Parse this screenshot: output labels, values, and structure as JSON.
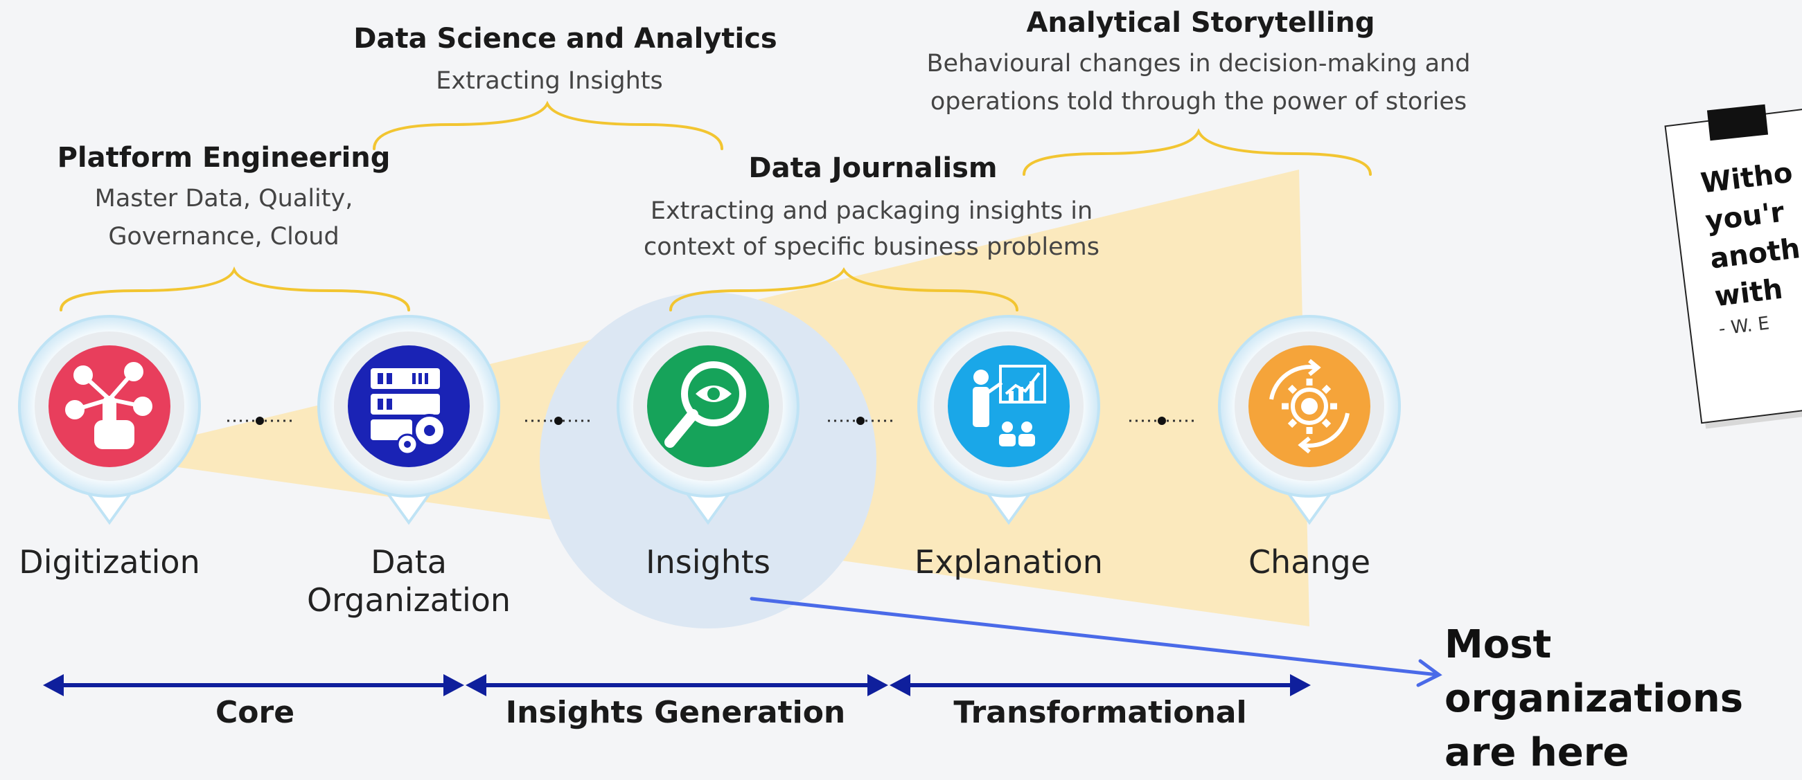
{
  "headings": {
    "platform": {
      "title": "Platform Engineering",
      "line1": "Master Data, Quality,",
      "line2": "Governance, Cloud"
    },
    "science": {
      "title": "Data Science and Analytics",
      "line1": "Extracting Insights"
    },
    "journalism": {
      "title": "Data Journalism",
      "line1": "Extracting and packaging insights in",
      "line2": "context of specific business problems"
    },
    "storytelling": {
      "title": "Analytical Storytelling",
      "line1": "Behavioural changes in decision-making and",
      "line2": "operations told through the power of stories"
    }
  },
  "stages": [
    {
      "label": "Digitization",
      "icon": "hand-network-icon",
      "color": "#e83e5c"
    },
    {
      "label": "Data",
      "label2": "Organization",
      "icon": "server-gear-icon",
      "color": "#1a23b5"
    },
    {
      "label": "Insights",
      "icon": "magnifier-eye-icon",
      "color": "#16a35a"
    },
    {
      "label": "Explanation",
      "icon": "presenter-chart-icon",
      "color": "#1aa7e8"
    },
    {
      "label": "Change",
      "icon": "gear-cycle-icon",
      "color": "#f5a43a"
    }
  ],
  "bands": {
    "core": "Core",
    "insights": "Insights Generation",
    "transformational": "Transformational"
  },
  "note": {
    "line1": "Witho",
    "line2": "you'r",
    "line3": "anoth",
    "line4": "with",
    "author": "- W. E"
  },
  "callout": {
    "line1": "Most organizations",
    "line2": "are here"
  },
  "colors": {
    "brace": "#f2c531",
    "arrow": "#0f1f9c",
    "pointer": "#4a6ae8",
    "wedge": "#fbe9bd",
    "highlight": "#dde8f4"
  }
}
